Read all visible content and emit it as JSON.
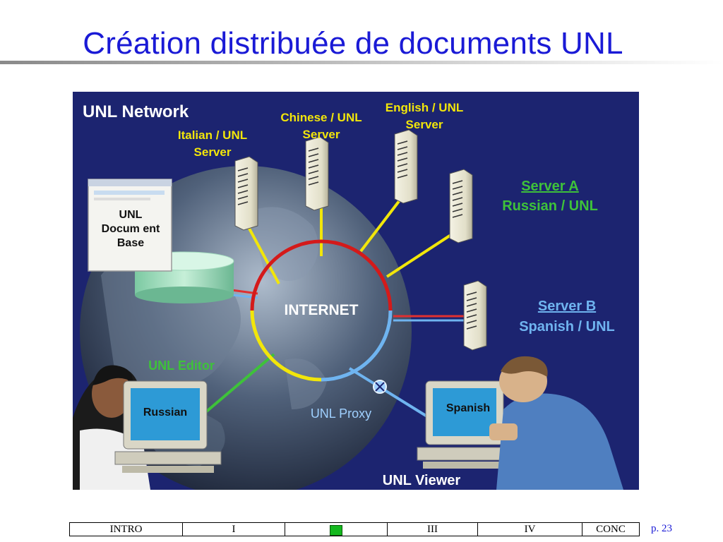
{
  "slide": {
    "title": "Création distribuée de documents UNL",
    "page_number": "p. 23"
  },
  "diagram": {
    "network_title": "UNL Network",
    "internet_label": "INTERNET",
    "italian_server": [
      "Italian / UNL",
      "Server"
    ],
    "chinese_server": [
      "Chinese / UNL",
      "Server"
    ],
    "english_server": [
      "English / UNL",
      "Server"
    ],
    "server_a": [
      "Server A",
      "Russian / UNL"
    ],
    "server_b": [
      "Server B",
      "Spanish / UNL"
    ],
    "document_base": [
      "UNL",
      "Docum ent",
      "Base"
    ],
    "editor_label": "UNL Editor",
    "editor_screen": "Russian",
    "proxy_label": "UNL Proxy",
    "viewer_screen": "Spanish",
    "viewer_label": "UNL Viewer",
    "colors": {
      "background": "#1c2470",
      "ring": "#d41a1a",
      "spoke": "#f2e60a",
      "green_spoke": "#3ec23a",
      "blue_spoke": "#6fb4f0",
      "title_blue": "#1a1ad6",
      "nav_current": "#14b81e"
    }
  },
  "nav": {
    "items": [
      "INTRO",
      "I",
      "",
      "III",
      "IV",
      "CONC"
    ],
    "current_index": 2
  }
}
